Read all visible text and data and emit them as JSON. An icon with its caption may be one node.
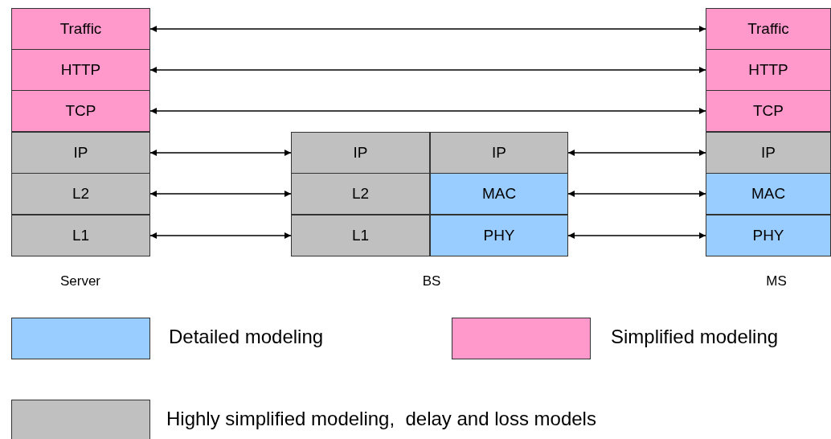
{
  "diagram": {
    "nodes": [
      {
        "text": [
          "Traffic"
        ]
      },
      {
        "text": [
          "HTTP"
        ]
      },
      {
        "text": [
          "TCP"
        ]
      },
      {
        "text": [
          "IP"
        ]
      },
      {
        "text": [
          "L2"
        ]
      },
      {
        "text": [
          "L1"
        ]
      },
      {
        "text": [
          "IP"
        ]
      },
      {
        "text": [
          "IP"
        ]
      },
      {
        "text": [
          "L2"
        ]
      },
      {
        "text": [
          "MAC"
        ]
      },
      {
        "text": [
          "L1"
        ]
      },
      {
        "text": [
          "PHY"
        ]
      },
      {
        "text": [
          "Traffic"
        ]
      },
      {
        "text": [
          "HTTP"
        ]
      },
      {
        "text": [
          "TCP"
        ]
      },
      {
        "text": [
          "IP"
        ]
      },
      {
        "text": [
          "MAC"
        ]
      },
      {
        "text": [
          "PHY"
        ]
      }
    ],
    "edges": [
      {
        "from": 0,
        "to": 12,
        "arrow": "both"
      },
      {
        "from": 1,
        "to": 13,
        "arrow": "both"
      },
      {
        "from": 2,
        "to": 14,
        "arrow": "both"
      },
      {
        "from": 3,
        "to": 6,
        "arrow": "both"
      },
      {
        "from": 7,
        "to": 15,
        "arrow": "both"
      },
      {
        "from": 4,
        "to": 8,
        "arrow": "both"
      },
      {
        "from": 9,
        "to": 16,
        "arrow": "both"
      },
      {
        "from": 5,
        "to": 10,
        "arrow": "both"
      },
      {
        "from": 11,
        "to": 17,
        "arrow": "both"
      }
    ],
    "labels": [
      "Server",
      "BS",
      "MS"
    ],
    "legend": [
      {
        "text": "Detailed modeling",
        "color": "#99ccff"
      },
      {
        "text": "Simplified modeling",
        "color": "#ff99cc"
      },
      {
        "text": "Highly simplified modeling,  delay and loss models",
        "color": "#c0c0c0"
      }
    ]
  }
}
